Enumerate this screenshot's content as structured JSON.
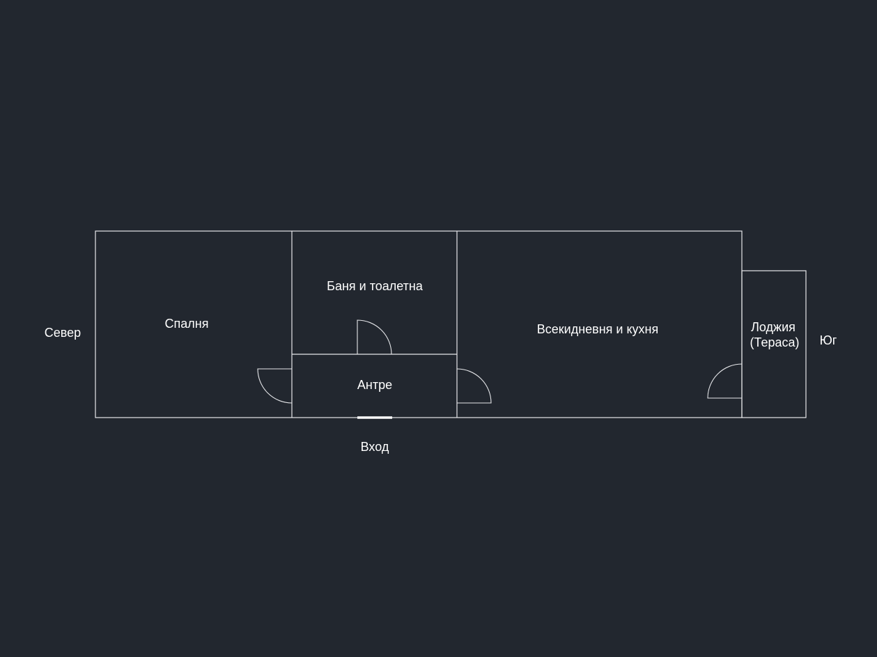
{
  "colors": {
    "background": "#22272f",
    "lines": "#e6e7ea",
    "text": "#ffffff"
  },
  "directions": {
    "north": "Север",
    "south": "Юг"
  },
  "rooms": {
    "bedroom": "Спалня",
    "bathroom": "Баня и тоалетна",
    "living_kitchen": "Всекидневня и кухня",
    "hallway": "Антре",
    "loggia_line1": "Лоджия",
    "loggia_line2": "(Тераса)"
  },
  "entrance": "Вход"
}
